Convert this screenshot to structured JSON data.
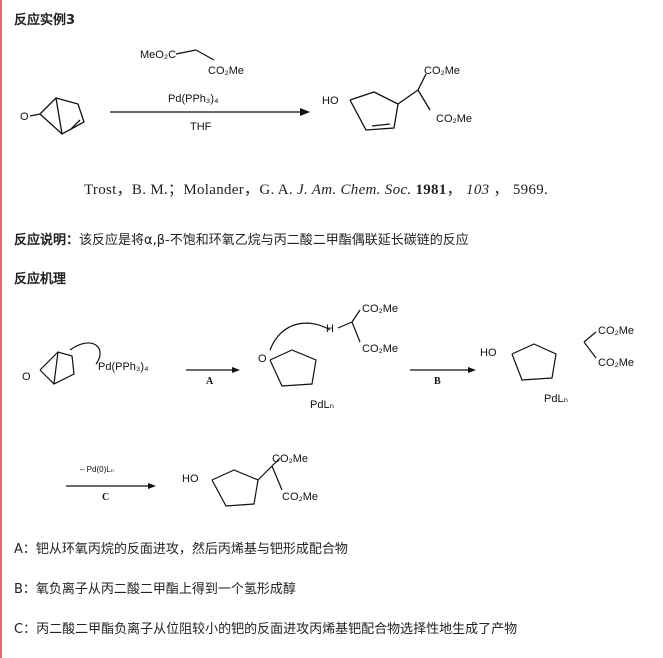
{
  "heading_example": "反应实例3",
  "reagents": {
    "malonate_top": "MeO₂C",
    "malonate_bottom": "CO₂Me",
    "catalyst": "Pd(PPh₃)₄",
    "solvent": "THF"
  },
  "citation": {
    "authors": "Trost，B. M.；Molander，G. A.",
    "journal": "J. Am. Chem. Soc.",
    "year": "1981",
    "volume": "103",
    "pages": "5969."
  },
  "explanation": {
    "label": "反应说明：",
    "text": "该反应是将α,β-不饱和环氧乙烷与丙二酸二甲酯偶联延长碳链的反应"
  },
  "heading_mechanism": "反应机理",
  "mechanism": {
    "step_a": "A",
    "step_b": "B",
    "step_c": "C",
    "pd_reagent": "Pd(PPh₃)₄",
    "pdl": "PdLₙ",
    "release": "– Pd(0)Lₙ",
    "ho": "HO",
    "co2me": "CO₂Me",
    "h": "H"
  },
  "notes": [
    "A：钯从环氧丙烷的反面进攻，然后丙烯基与钯形成配合物",
    "B：氧负离子从丙二酸二甲酯上得到一个氢形成醇",
    "C：丙二酸二甲酯负离子从位阻较小的钯的反面进攻丙烯基钯配合物选择性地生成了产物"
  ]
}
